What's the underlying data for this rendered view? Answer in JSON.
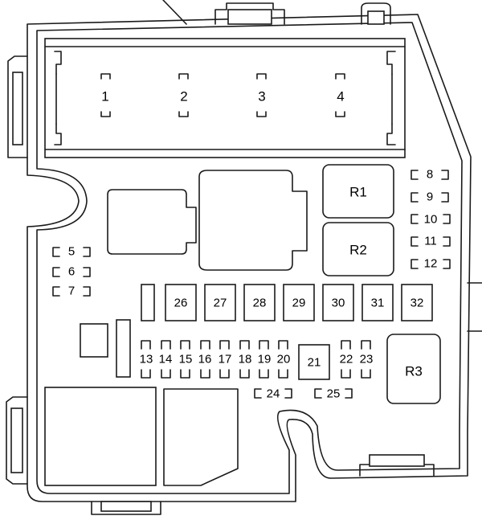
{
  "diagram": {
    "big_fuses": [
      "1",
      "2",
      "3",
      "4"
    ],
    "relays": [
      "R1",
      "R2",
      "R3"
    ],
    "right_fuses": [
      "8",
      "9",
      "10",
      "11",
      "12"
    ],
    "left_fuses": [
      "5",
      "6",
      "7"
    ],
    "mid_fuses": [
      "26",
      "27",
      "28",
      "29",
      "30",
      "31",
      "32"
    ],
    "mini_fuses": [
      "13",
      "14",
      "15",
      "16",
      "17",
      "18",
      "19",
      "20"
    ],
    "fuse_21": "21",
    "fuses_22_23": [
      "22",
      "23"
    ],
    "bottom_fuses": [
      "24",
      "25"
    ]
  }
}
